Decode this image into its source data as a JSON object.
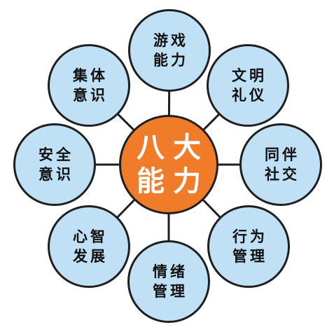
{
  "diagram": {
    "center": {
      "line1": "八大",
      "line2": "能力",
      "color": "#f07c2a"
    },
    "node_color": "#bfe0f5",
    "outline_color": "#1f1f1f",
    "nodes": [
      {
        "line1": "游戏",
        "line2": "能力"
      },
      {
        "line1": "文明",
        "line2": "礼仪"
      },
      {
        "line1": "同伴",
        "line2": "社交"
      },
      {
        "line1": "行为",
        "line2": "管理"
      },
      {
        "line1": "情绪",
        "line2": "管理"
      },
      {
        "line1": "心智",
        "line2": "发展"
      },
      {
        "line1": "安全",
        "line2": "意识"
      },
      {
        "line1": "集体",
        "line2": "意识"
      }
    ]
  }
}
